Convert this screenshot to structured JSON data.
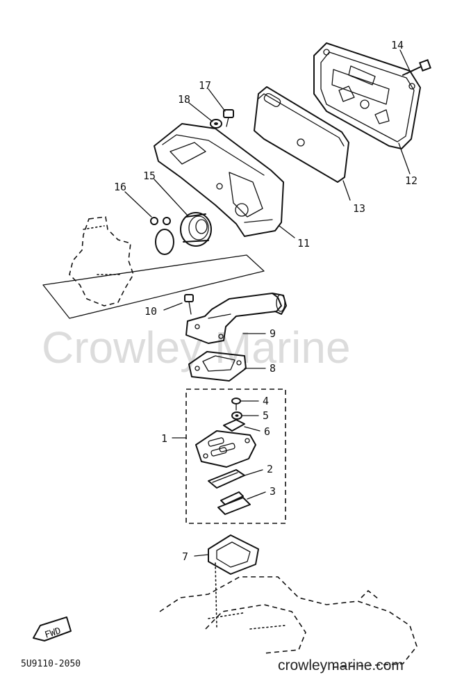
{
  "watermark": "Crowley Marine",
  "footer": {
    "diagram_code": "5U9110-2050",
    "website": "crowleymarine.com"
  },
  "fwd_tag": "FWD",
  "callouts": [
    {
      "id": "1",
      "label": "1"
    },
    {
      "id": "2",
      "label": "2"
    },
    {
      "id": "3",
      "label": "3"
    },
    {
      "id": "4",
      "label": "4"
    },
    {
      "id": "5",
      "label": "5"
    },
    {
      "id": "6",
      "label": "6"
    },
    {
      "id": "7",
      "label": "7"
    },
    {
      "id": "8",
      "label": "8"
    },
    {
      "id": "9",
      "label": "9"
    },
    {
      "id": "10",
      "label": "10"
    },
    {
      "id": "11",
      "label": "11"
    },
    {
      "id": "12",
      "label": "12"
    },
    {
      "id": "13",
      "label": "13"
    },
    {
      "id": "14",
      "label": "14"
    },
    {
      "id": "15",
      "label": "15"
    },
    {
      "id": "16",
      "label": "16"
    },
    {
      "id": "17",
      "label": "17"
    },
    {
      "id": "18",
      "label": "18"
    }
  ]
}
